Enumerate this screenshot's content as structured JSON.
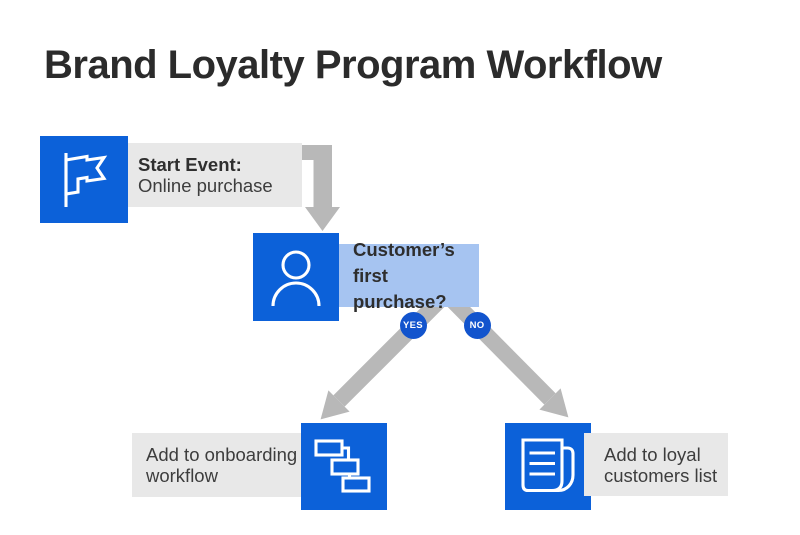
{
  "title": "Brand Loyalty Program Workflow",
  "colors": {
    "node_blue": "#0c61d9",
    "badge_blue": "#1254cd",
    "decision_label_blue": "#a6c4f1",
    "label_gray": "#e8e8e8",
    "arrow_gray": "#b8b8b8",
    "title_text": "#2b2b2b",
    "label_text": "#3d3d3d"
  },
  "nodes": {
    "start": {
      "title": "Start Event:",
      "subtitle": "Online purchase",
      "icon": "flag-icon"
    },
    "decision": {
      "line1": "Customer’s",
      "line2": "first purchase?",
      "icon": "person-icon"
    },
    "yes": {
      "badge": "YES",
      "line1": "Add to onboarding",
      "line2": "workflow",
      "icon": "workflow-icon"
    },
    "no": {
      "badge": "NO",
      "line1": "Add to loyal",
      "line2": "customers list",
      "icon": "document-list-icon"
    }
  }
}
